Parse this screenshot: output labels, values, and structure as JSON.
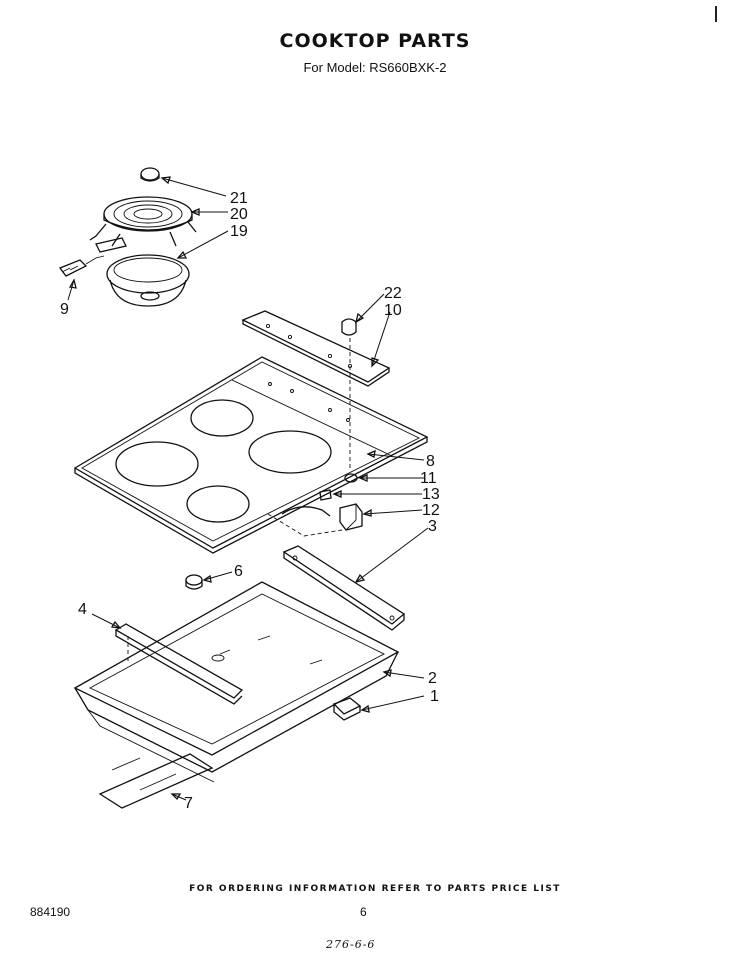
{
  "header": {
    "title": "COOKTOP PARTS",
    "subtitle": "For Model: RS660BXK-2"
  },
  "callouts": [
    {
      "id": "21",
      "label": "21"
    },
    {
      "id": "20",
      "label": "20"
    },
    {
      "id": "19",
      "label": "19"
    },
    {
      "id": "9",
      "label": "9"
    },
    {
      "id": "22",
      "label": "22"
    },
    {
      "id": "10",
      "label": "10"
    },
    {
      "id": "8",
      "label": "8"
    },
    {
      "id": "11",
      "label": "11"
    },
    {
      "id": "13",
      "label": "13"
    },
    {
      "id": "12",
      "label": "12"
    },
    {
      "id": "3",
      "label": "3"
    },
    {
      "id": "6",
      "label": "6"
    },
    {
      "id": "4",
      "label": "4"
    },
    {
      "id": "2",
      "label": "2"
    },
    {
      "id": "1",
      "label": "1"
    },
    {
      "id": "7",
      "label": "7"
    }
  ],
  "footer": {
    "ordering_note": "FOR ORDERING INFORMATION REFER TO PARTS PRICE LIST",
    "document_number": "884190",
    "page_number": "6",
    "handwritten_note": "276-6-6"
  }
}
